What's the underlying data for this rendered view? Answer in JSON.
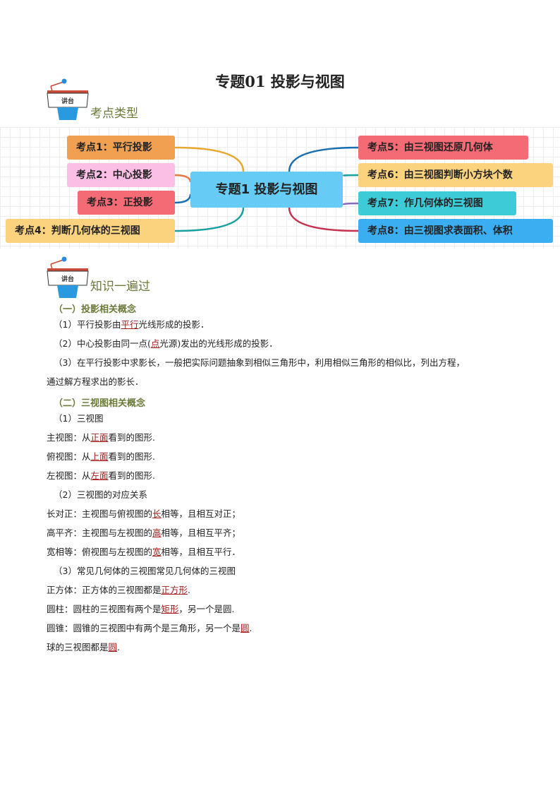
{
  "title": "专题01  投影与视图",
  "podium_label": "讲台",
  "section1": "考点类型",
  "section2": "知识一遍过",
  "mindmap": {
    "center": "专题1  投影与视图",
    "left": [
      {
        "label": "考点1：平行投影",
        "color": "#f0a050",
        "line": "#e8a830"
      },
      {
        "label": "考点2：中心投影",
        "color": "#fbbfe6",
        "line": "#e87840"
      },
      {
        "label": "考点3：正投影",
        "color": "#f46a75",
        "line": "#1a6fb0"
      },
      {
        "label": "考点4：判断几何体的三视图",
        "color": "#fbd27e",
        "line": "#1aa0a0"
      }
    ],
    "right": [
      {
        "label": "考点5：由三视图还原几何体",
        "color": "#f46a75",
        "line": "#1a6fb0"
      },
      {
        "label": "考点6：由三视图判断小方块个数",
        "color": "#fbd27e",
        "line": "#1aa0a0"
      },
      {
        "label": "考点7：作几何体的三视图",
        "color": "#3ecbd8",
        "line": "#8a6ac0"
      },
      {
        "label": "考点8：由三视图求表面积、体积",
        "color": "#3aaef0",
        "line": "#c83050"
      }
    ]
  },
  "lines": [
    {
      "type": "sub",
      "pre": "（一）投影相关概念"
    },
    {
      "pre": "（1）平行投影由",
      "hl": "平行",
      "post": "光线形成的投影．"
    },
    {
      "pre": "（2）中心投影由同一点(",
      "hl": "点",
      "post": "光源)发出的光线形成的投影．"
    },
    {
      "pre": "（3）在平行投影中求影长，一般把实际问题抽象到相似三角形中，利用相似三角形的相似比，列出方程，"
    },
    {
      "pre": "通过解方程求出的影长．",
      "indent": -10
    },
    {
      "type": "sub",
      "pre": "（二）三视图相关概念"
    },
    {
      "pre": "（1）三视图"
    },
    {
      "pre": "主视图：从",
      "hl": "正面",
      "post": "看到的图形.",
      "indent": -10
    },
    {
      "pre": "俯视图：从",
      "hl": "上面",
      "post": "看到的图形.",
      "indent": -10
    },
    {
      "pre": "左视图：从",
      "hl": "左面",
      "post": "看到的图形.",
      "indent": -10
    },
    {
      "pre": "（2）三视图的对应关系"
    },
    {
      "pre": "长对正：主视图与俯视图的",
      "hl": "长",
      "post": "相等，且相互对正；",
      "indent": -10
    },
    {
      "pre": "高平齐：主视图与左视图的",
      "hl": "高",
      "post": "相等，且相互平齐；",
      "indent": -10
    },
    {
      "pre": "宽相等：俯视图与左视图的",
      "hl": "宽",
      "post": "相等，且相互平行．",
      "indent": -10
    },
    {
      "pre": "（3）常见几何体的三视图常见几何体的三视图"
    },
    {
      "pre": "正方体：正方体的三视图都是",
      "hl": "正方形",
      "post": ".",
      "indent": -10
    },
    {
      "pre": "圆柱：圆柱的三视图有两个是",
      "hl": "矩形",
      "post": "，另一个是圆.",
      "indent": -10
    },
    {
      "pre": "圆锥：圆锥的三视图中有两个是三角形，另一个是",
      "hl": "圆",
      "post": ".",
      "indent": -10
    },
    {
      "pre": "球的三视图都是",
      "hl": "圆",
      "post": ".",
      "indent": -10
    }
  ]
}
